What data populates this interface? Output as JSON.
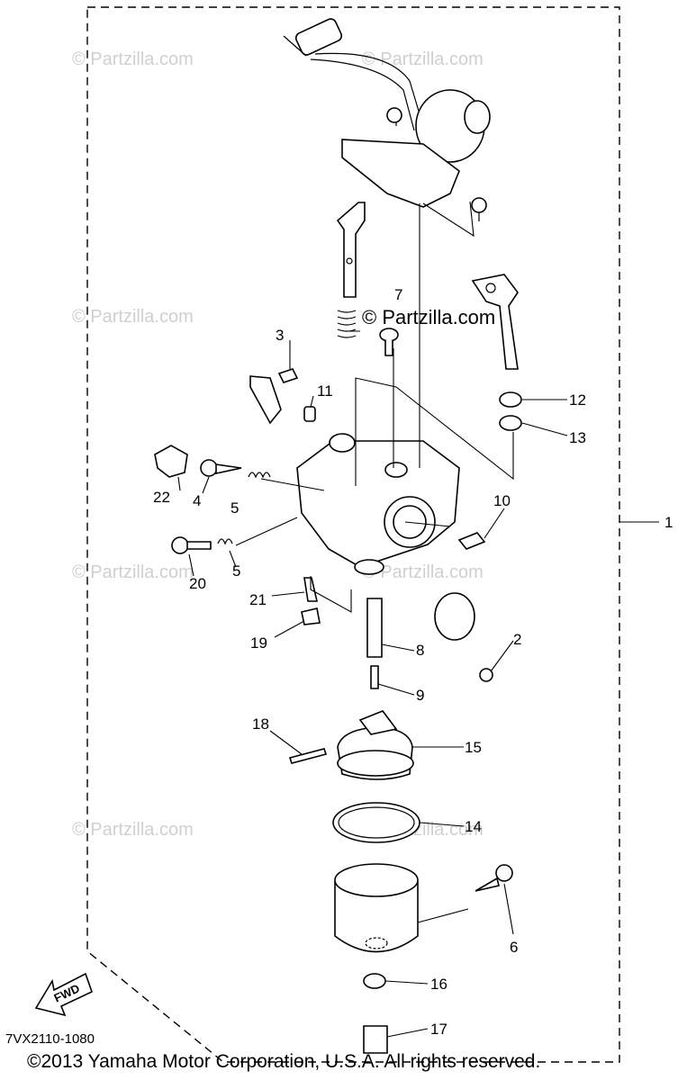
{
  "watermarks": {
    "text": "© Partzilla.com",
    "main": "© Partzilla.com"
  },
  "labels": [
    "1",
    "2",
    "3",
    "4",
    "5",
    "5",
    "6",
    "7",
    "8",
    "9",
    "10",
    "11",
    "12",
    "13",
    "14",
    "15",
    "16",
    "17",
    "18",
    "19",
    "20",
    "21",
    "22"
  ],
  "fwd_label": "FWD",
  "diagram_code": "7VX2110-1080",
  "copyright": "©2013  Yamaha Motor Corporation, U.S.A. All rights reserved."
}
